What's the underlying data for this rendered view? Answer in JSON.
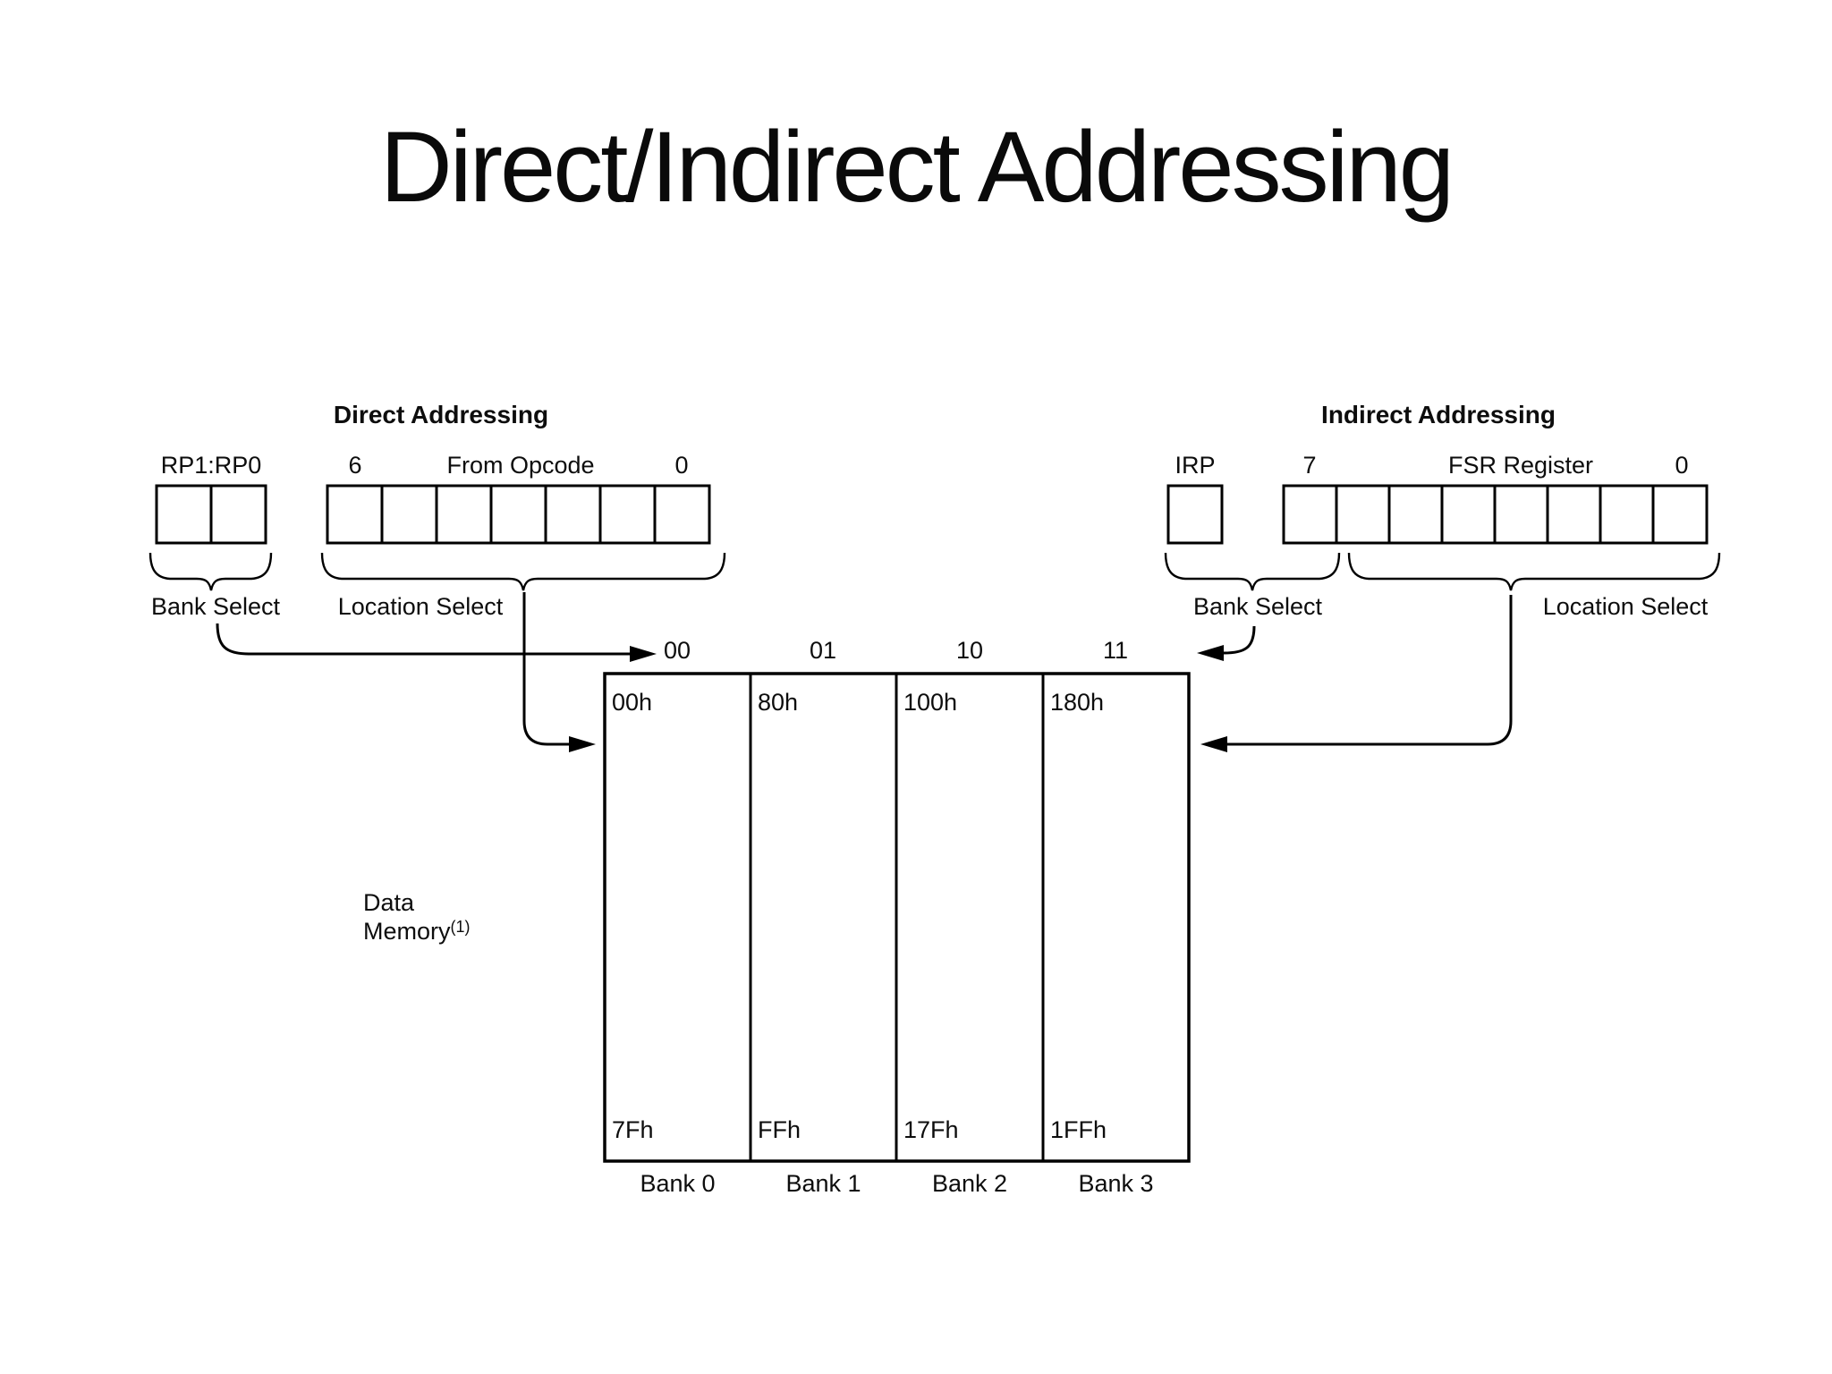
{
  "title": "Direct/Indirect Addressing",
  "direct": {
    "heading": "Direct Addressing",
    "rp_label": "RP1:RP0",
    "bit_high": "6",
    "opcode_label": "From Opcode",
    "bit_low": "0",
    "bank_select": "Bank Select",
    "location_select": "Location Select"
  },
  "indirect": {
    "heading": "Indirect Addressing",
    "irp_label": "IRP",
    "bit_high": "7",
    "fsr_label": "FSR Register",
    "bit_low": "0",
    "bank_select": "Bank Select",
    "location_select": "Location Select"
  },
  "memory": {
    "label_line1": "Data",
    "label_line2": "Memory",
    "label_superscript": "(1)",
    "banks": [
      {
        "code": "00",
        "start": "00h",
        "end": "7Fh",
        "name": "Bank 0"
      },
      {
        "code": "01",
        "start": "80h",
        "end": "FFh",
        "name": "Bank 1"
      },
      {
        "code": "10",
        "start": "100h",
        "end": "17Fh",
        "name": "Bank 2"
      },
      {
        "code": "11",
        "start": "180h",
        "end": "1FFh",
        "name": "Bank 3"
      }
    ]
  },
  "colors": {
    "ink": "#000000"
  }
}
